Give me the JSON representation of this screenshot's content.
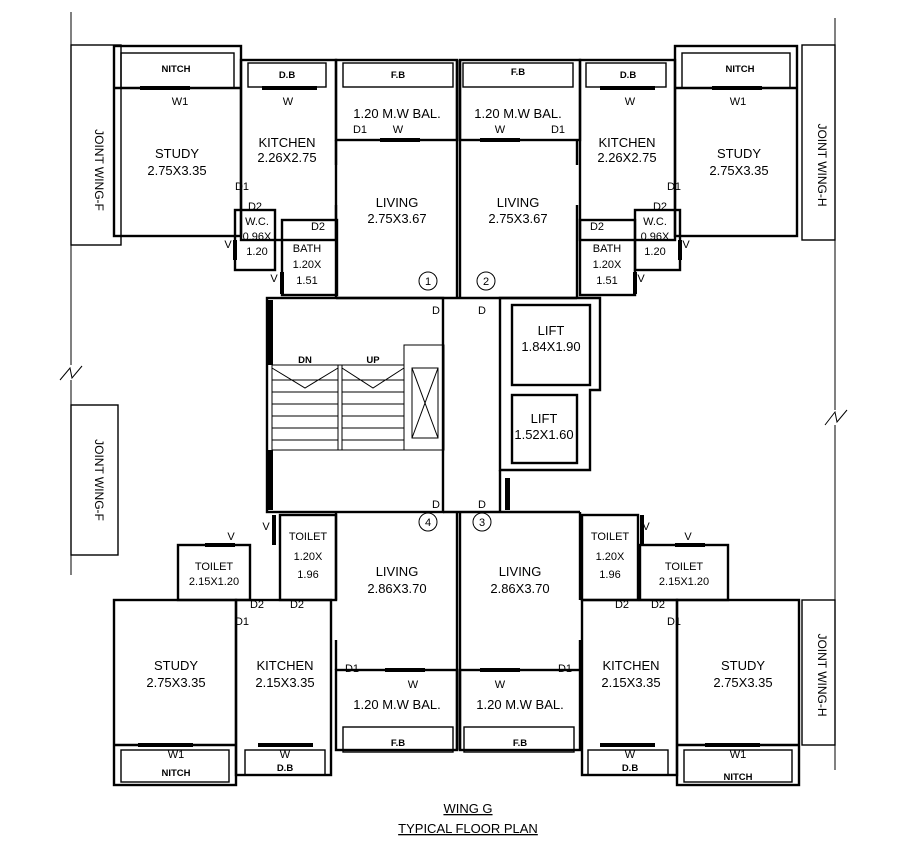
{
  "title": {
    "line1": "WING G",
    "line2": "TYPICAL FLOOR PLAN"
  },
  "unit_numbers": [
    "1",
    "2",
    "3",
    "4"
  ],
  "adjacent_wings": {
    "left": "JOINT WING-F",
    "right": "JOINT WING-H"
  },
  "core": {
    "lift1": {
      "name": "LIFT",
      "size": "1.84X1.90"
    },
    "lift2": {
      "name": "LIFT",
      "size": "1.52X1.60"
    },
    "stair_down": "DN",
    "stair_up": "UP"
  },
  "top_flats": {
    "nitch": "NITCH",
    "db": "D.B",
    "fb": "F.B",
    "balcony": "1.20 M.W BAL.",
    "kitchen": {
      "name": "KITCHEN",
      "size": "2.26X2.75"
    },
    "study": {
      "name": "STUDY",
      "size": "2.75X3.35"
    },
    "living": {
      "name": "LIVING",
      "size": "2.75X3.67"
    },
    "wc": {
      "name": "W.C.",
      "size1": "0.96X",
      "size2": "1.20"
    },
    "bath": {
      "name": "BATH",
      "size1": "1.20X",
      "size2": "1.51"
    }
  },
  "bottom_flats": {
    "nitch": "NITCH",
    "db": "D.B",
    "fb": "F.B",
    "balcony": "1.20 M.W BAL.",
    "kitchen": {
      "name": "KITCHEN",
      "size": "2.15X3.35"
    },
    "study": {
      "name": "STUDY",
      "size": "2.75X3.35"
    },
    "living": {
      "name": "LIVING",
      "size": "2.86X3.70"
    },
    "toilet_small": {
      "name": "TOILET",
      "size": "2.15X1.20"
    },
    "toilet_big": {
      "name": "TOILET",
      "size1": "1.20X",
      "size2": "1.96"
    }
  },
  "marks": {
    "w": "W",
    "w1": "W1",
    "d": "D",
    "d1": "D1",
    "d2": "D2",
    "v": "V"
  }
}
